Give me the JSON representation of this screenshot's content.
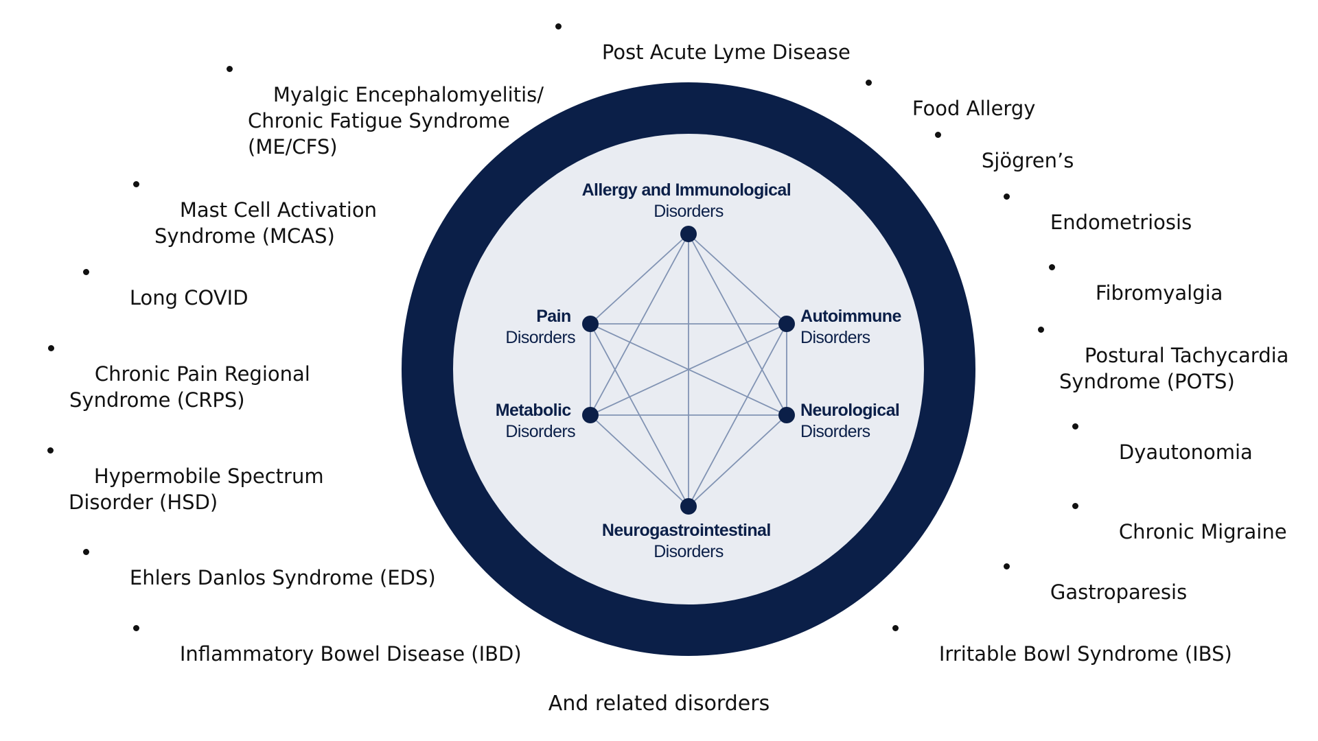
{
  "ring_title": "Neuroimmune Disorders",
  "categories": [
    {
      "id": "allergy",
      "bold": "Allergy and Immunological",
      "sub": "Disorders"
    },
    {
      "id": "autoimmune",
      "bold": "Autoimmune",
      "sub": "Disorders"
    },
    {
      "id": "neurological",
      "bold": "Neurological",
      "sub": "Disorders"
    },
    {
      "id": "neurogastro",
      "bold": "Neurogastrointestinal",
      "sub": "Disorders"
    },
    {
      "id": "metabolic",
      "bold": "Metabolic",
      "sub": "Disorders"
    },
    {
      "id": "pain",
      "bold": "Pain",
      "sub": "Disorders"
    }
  ],
  "conditions_left": [
    "Myalgic Encephalomyelitis/\nChronic Fatigue Syndrome\n(ME/CFS)",
    "Mast Cell Activation\nSyndrome (MCAS)",
    "Long COVID",
    "Chronic Pain Regional\nSyndrome (CRPS)",
    "Hypermobile Spectrum\nDisorder (HSD)",
    "Ehlers Danlos Syndrome (EDS)",
    "Inflammatory Bowel Disease (IBD)"
  ],
  "conditions_top": [
    "Post Acute Lyme Disease"
  ],
  "conditions_right": [
    "Food Allergy",
    "Sjögren’s",
    "Endometriosis",
    "Fibromyalgia",
    "Postural Tachycardia\nSyndrome (POTS)",
    "Dyautonomia",
    "Chronic Migraine",
    "Gastroparesis",
    "Irritable Bowl Syndrome (IBS)"
  ],
  "footer": "And related disorders",
  "colors": {
    "navy": "#0b1f48",
    "inner_fill": "#e9ecf2",
    "connector": "#8193b3",
    "text": "#111111"
  }
}
